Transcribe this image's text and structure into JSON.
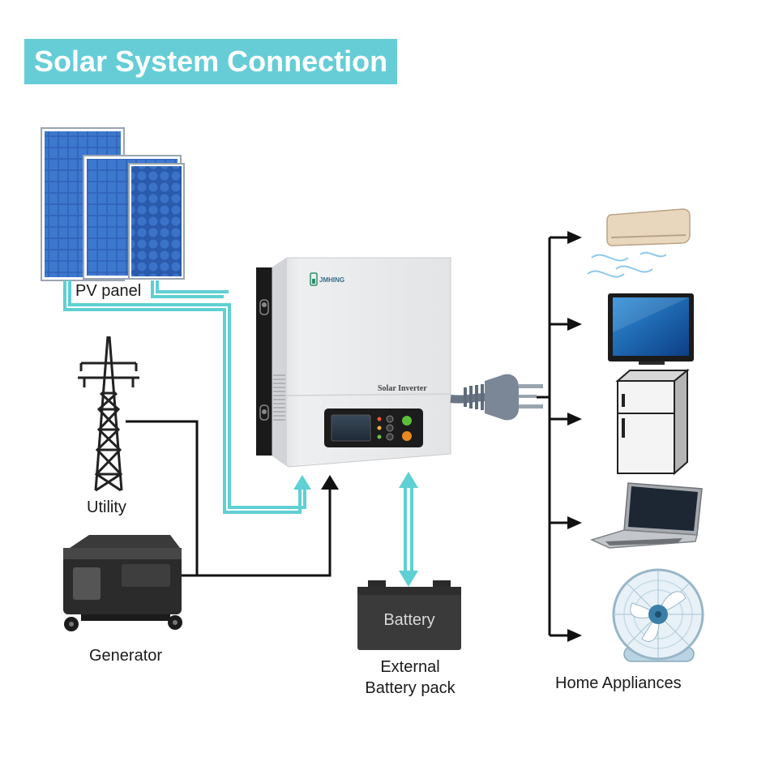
{
  "title": "Solar System Connection",
  "labels": {
    "pv_panel": "PV panel",
    "utility": "Utility",
    "generator": "Generator",
    "external_battery_line1": "External",
    "external_battery_line2": "Battery pack",
    "home_appliances": "Home Appliances"
  },
  "inverter": {
    "brand": "JMHING",
    "model": "Solar Inverter"
  },
  "battery": {
    "label": "Battery"
  },
  "appliances": [
    "air-conditioner",
    "television",
    "refrigerator",
    "laptop",
    "fan"
  ],
  "colors": {
    "title_bg": "#66cdd7",
    "pv_wire": "#5fd0d3",
    "ac_wire": "#111111",
    "panel_blue": "#2f63b8",
    "inverter_body": "#e6e7e9",
    "battery_body": "#3a3a3a"
  }
}
